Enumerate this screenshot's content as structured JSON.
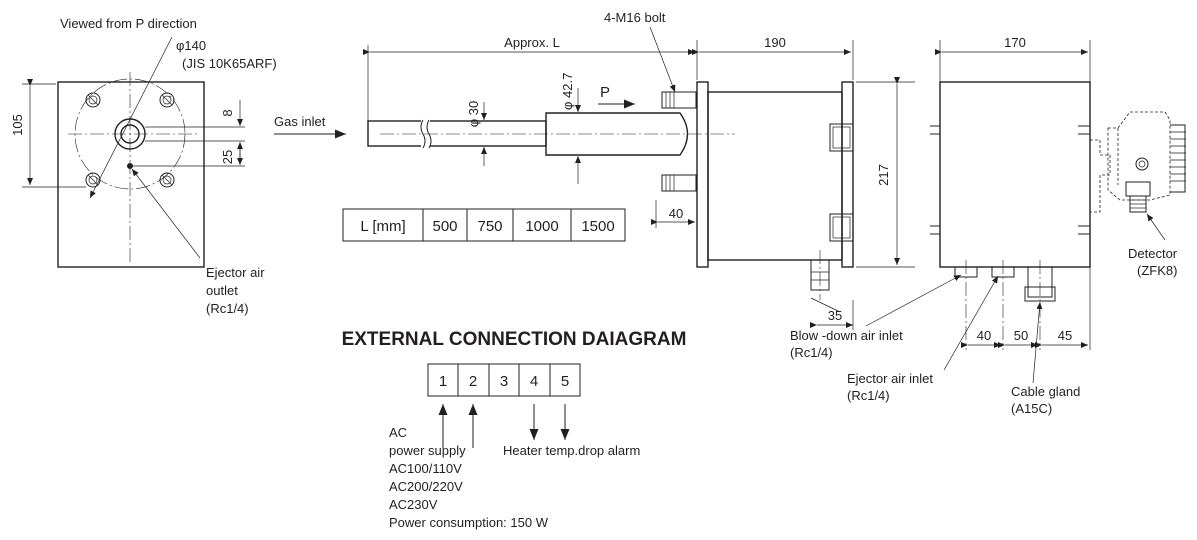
{
  "labels": {
    "view_from_p": "Viewed from P direction",
    "flange_dia": "φ140",
    "flange_std": "(JIS 10K65ARF)",
    "dim_105": "105",
    "dim_8": "8",
    "dim_25": "25",
    "ejector_outlet_1": "Ejector air",
    "ejector_outlet_2": "outlet",
    "ejector_outlet_3": "(Rc1/4)",
    "approx_l": "Approx. L",
    "bolt": "4-M16 bolt",
    "dim_190": "190",
    "dim_170": "170",
    "dim_217": "217",
    "gas_inlet": "Gas inlet",
    "phi_30": "φ 30",
    "phi_42_7": "φ 42.7",
    "p_dir": "P",
    "dim_40_side": "40",
    "dim_35": "35",
    "blow_down_1": "Blow -down air inlet",
    "blow_down_2": "(Rc1/4)",
    "ejector_inlet_1": "Ejector air inlet",
    "ejector_inlet_2": "(Rc1/4)",
    "cable_gland_1": "Cable gland",
    "cable_gland_2": "(A15C)",
    "detector_1": "Detector",
    "detector_2": "(ZFK8)",
    "dim_40_bottom": "40",
    "dim_50": "50",
    "dim_45": "45"
  },
  "length_table": {
    "header": "L [mm]",
    "values": [
      "500",
      "750",
      "1000",
      "1500"
    ]
  },
  "connection": {
    "title": "EXTERNAL CONNECTION DAIAGRAM",
    "terminals": [
      "1",
      "2",
      "3",
      "4",
      "5"
    ],
    "power_lines": [
      "AC",
      "power supply",
      "AC100/110V",
      "AC200/220V",
      "AC230V",
      "Power consumption: 150 W"
    ],
    "alarm": "Heater temp.drop alarm"
  }
}
